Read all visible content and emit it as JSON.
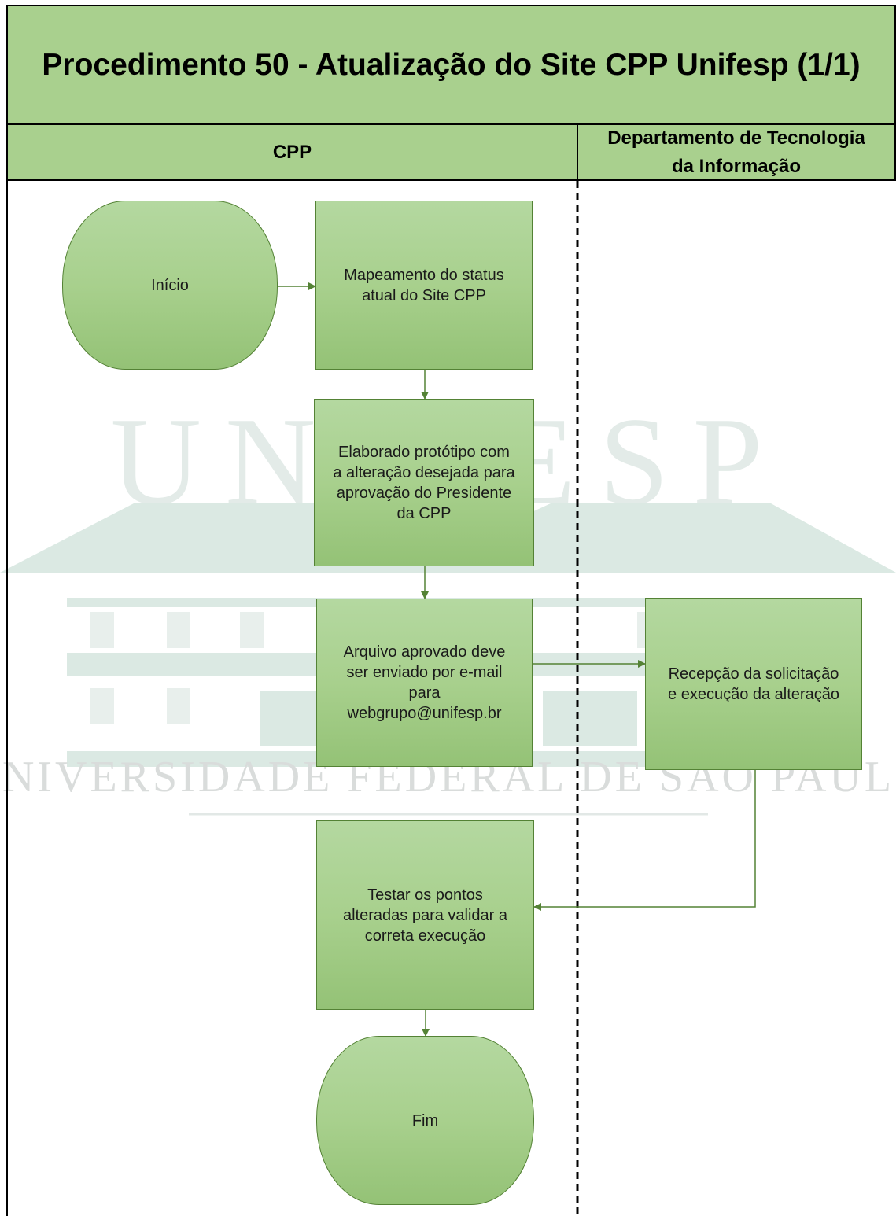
{
  "header": {
    "title": "Procedimento 50 - Atualização do Site CPP Unifesp (1/1)",
    "lane_left": "CPP",
    "lane_right": "Departamento de Tecnologia\nda Informação"
  },
  "watermark": {
    "name": "UNIFESP",
    "subtitle": "UNIVERSIDADE FEDERAL DE SÃO PAULO"
  },
  "nodes": {
    "inicio": "Início",
    "mapeamento": "Mapeamento do status\natual do Site CPP",
    "prototipo": "Elaborado protótipo com\na alteração desejada para\naprovação do Presidente\nda CPP",
    "arquivo": "Arquivo aprovado deve\nser enviado por e-mail\npara\nwebgrupo@unifesp.br",
    "recepcao": "Recepção da solicitação\ne execução da alteração",
    "testar": "Testar os pontos\nalteradas para validar a\ncorreta execução",
    "fim": "Fim"
  },
  "colors": {
    "header_fill": "#a9d08e",
    "shape_fill": "#a8d08d",
    "shape_border": "#548235",
    "watermark": "#dbe9e3"
  }
}
